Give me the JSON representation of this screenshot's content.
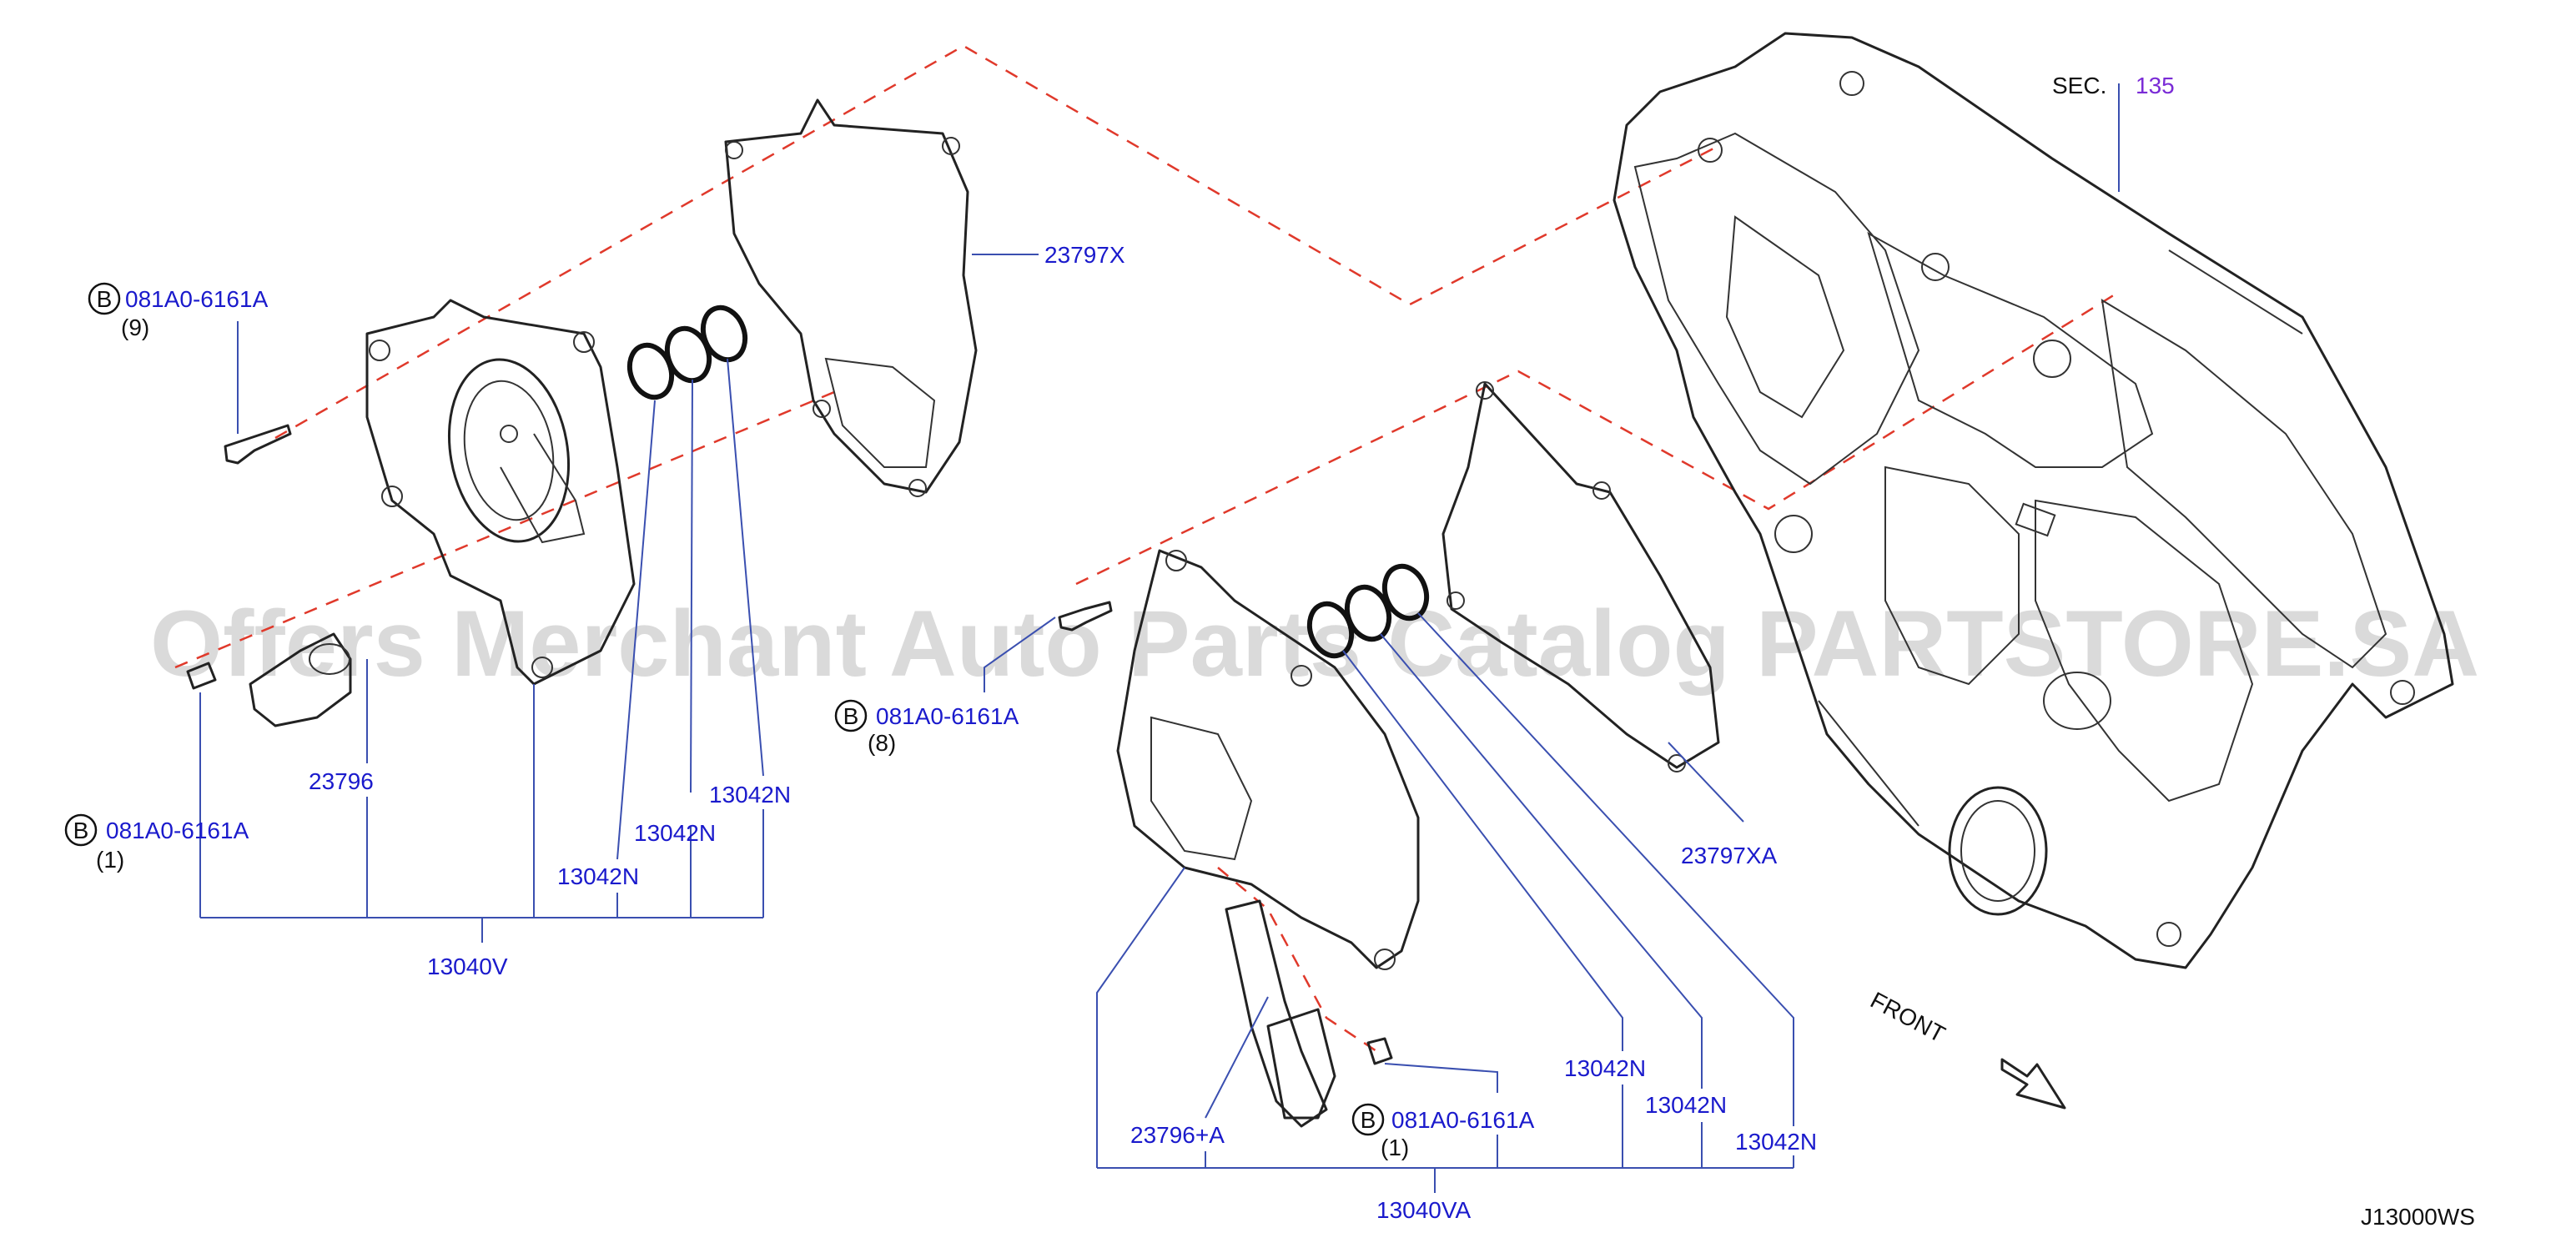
{
  "diagram": {
    "sheet_code": "J13000WS",
    "watermark": "Offers Merchant Auto Parts Catalog PARTSTORE.SA",
    "section": {
      "prefix": "SEC.",
      "number": "135"
    },
    "front_label": "FRONT",
    "bolt_marker": "B",
    "labels": {
      "gasket_left": "23797X",
      "gasket_right": "23797XA",
      "bolt_top_left": "081A0-6161A",
      "bolt_top_left_qty": "(9)",
      "bolt_bottom_left": "081A0-6161A",
      "bolt_bottom_left_qty": "(1)",
      "bolt_mid": "081A0-6161A",
      "bolt_mid_qty": "(8)",
      "bolt_bottom_right": "081A0-6161A",
      "bolt_bottom_right_qty": "(1)",
      "solenoid_left": "23796",
      "solenoid_right": "23796+A",
      "oring_left_1": "13042N",
      "oring_left_2": "13042N",
      "oring_left_3": "13042N",
      "oring_right_1": "13042N",
      "oring_right_2": "13042N",
      "oring_right_3": "13042N",
      "assembly_left": "13040V",
      "assembly_right": "13040VA"
    }
  }
}
